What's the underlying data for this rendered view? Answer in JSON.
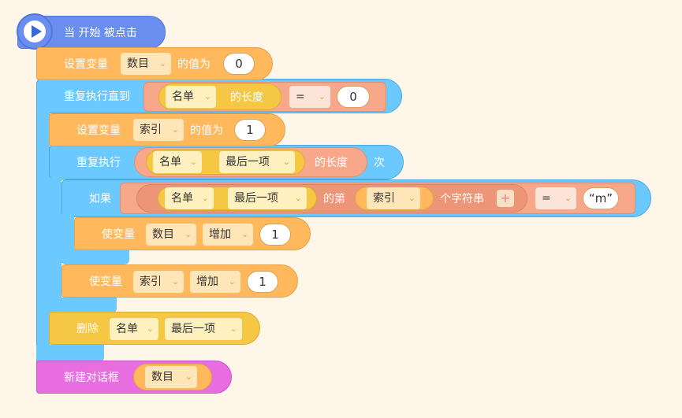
{
  "colors": {
    "background": "#fff6ea",
    "event": "#6a8ef0",
    "variable": "#ffb95c",
    "control": "#6cc9ff",
    "list": "#f5c742",
    "operator": "#f7a88a",
    "dialog": "#e86de1"
  },
  "hat": {
    "label": "当 开始 被点击",
    "icon": "play-icon"
  },
  "set_count": {
    "label": "设置变量",
    "var": "数目",
    "suffix": "的值为",
    "value": "0"
  },
  "repeat_until": {
    "label": "重复执行直到",
    "list": "名单",
    "length_label": "的长度",
    "operator": "=",
    "value": "0"
  },
  "set_index": {
    "label": "设置变量",
    "var": "索引",
    "suffix": "的值为",
    "value": "1"
  },
  "repeat_times": {
    "label": "重复执行",
    "list": "名单",
    "item": "最后一项",
    "length_label": "的长度",
    "suffix": "次"
  },
  "if_block": {
    "label": "如果",
    "list": "名单",
    "item": "最后一项",
    "nth_label": "的第",
    "index_var": "索引",
    "char_label": "个字符串",
    "plus": "+",
    "operator": "=",
    "compare_value": "“m”"
  },
  "change_count": {
    "label": "使变量",
    "var": "数目",
    "op": "增加",
    "value": "1"
  },
  "change_index": {
    "label": "使变量",
    "var": "索引",
    "op": "增加",
    "value": "1"
  },
  "delete_item": {
    "label": "删除",
    "list": "名单",
    "item": "最后一项"
  },
  "new_dialog": {
    "label": "新建对话框",
    "var": "数目"
  }
}
